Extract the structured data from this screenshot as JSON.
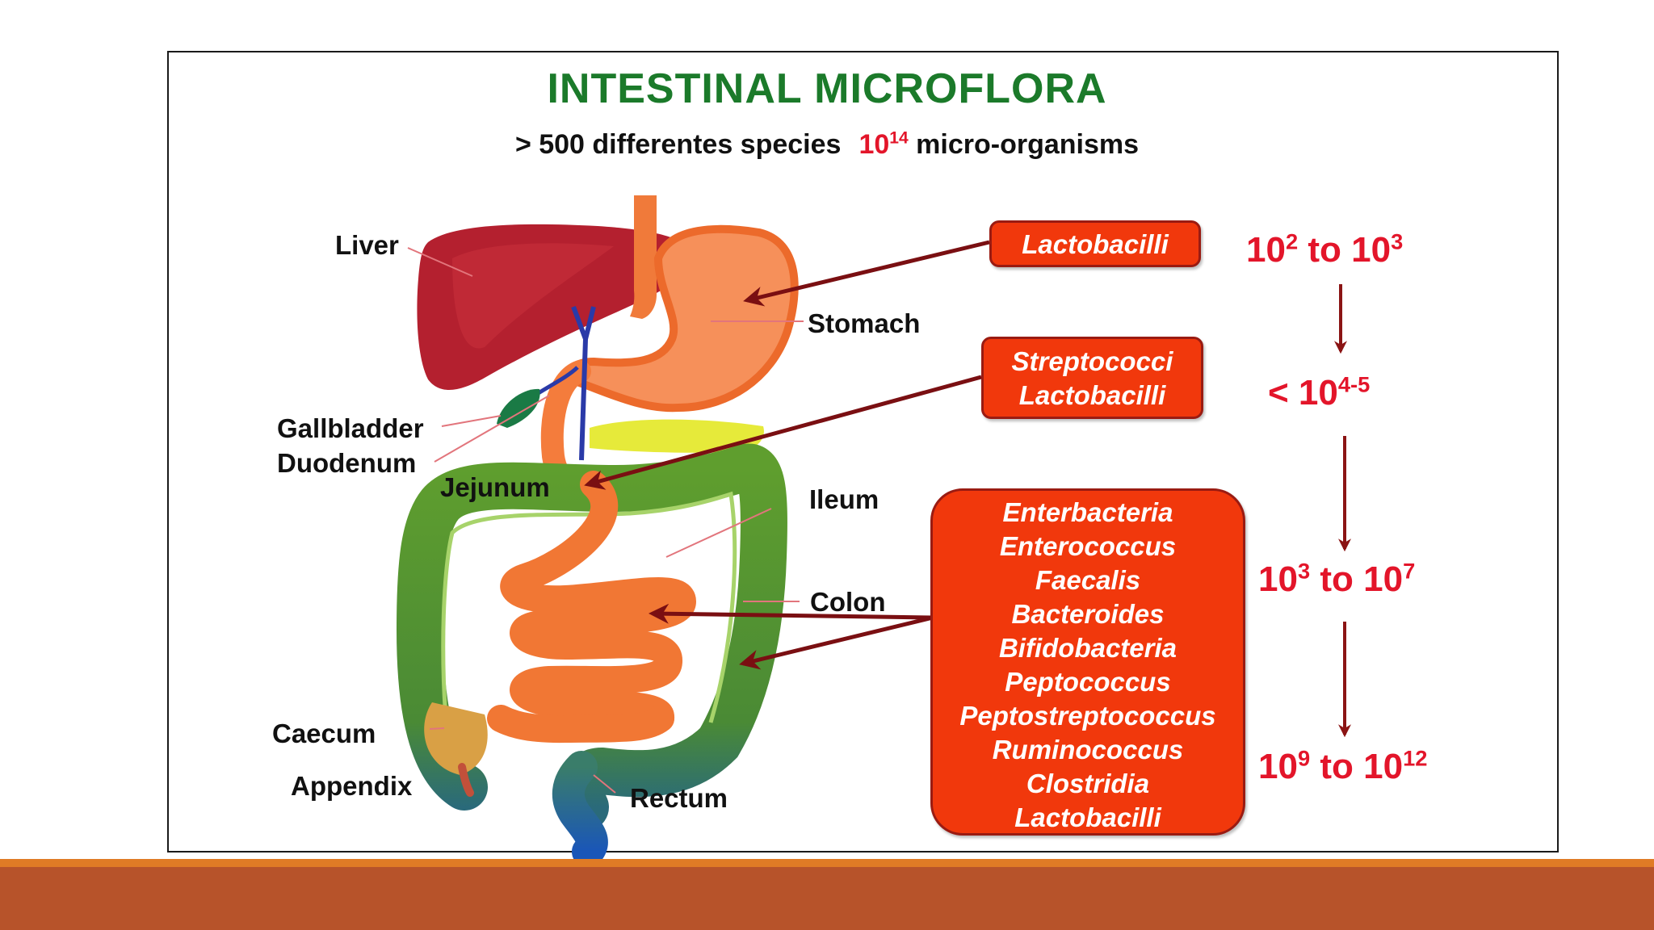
{
  "title": "INTESTINAL MICROFLORA",
  "subtitle": {
    "species": "> 500 differentes species",
    "base": "10",
    "exp": "14",
    "rest": " micro-organisms"
  },
  "organs": [
    "Liver",
    "Stomach",
    "Gallbladder",
    "Duodenum",
    "Jejunum",
    "Ileum",
    "Colon",
    "Caecum",
    "Appendix",
    "Rectum"
  ],
  "boxes": {
    "stomach": [
      "Lactobacilli"
    ],
    "duodenum": [
      "Streptococci",
      "Lactobacilli"
    ],
    "colon": [
      "Enterbacteria",
      "Enterococcus",
      "Faecalis",
      "Bacteroides",
      "Bifidobacteria",
      "Peptococcus",
      "Peptostreptococcus",
      "Ruminococcus",
      "Clostridia",
      "Lactobacilli"
    ]
  },
  "counts": {
    "c1": {
      "a": "10",
      "ae": "2",
      "mid": " to ",
      "b": "10",
      "be": "3"
    },
    "c2": {
      "a": "< 10",
      "ae": "4-5"
    },
    "c3": {
      "a": "10",
      "ae": "3",
      "mid": " to ",
      "b": "10",
      "be": "7"
    },
    "c4": {
      "a": "10",
      "ae": "9",
      "mid": " to ",
      "b": "10",
      "be": "12"
    }
  },
  "colors": {
    "title": "#1b7a2a",
    "accent_red": "#e3152a",
    "box_fill": "#f1380c",
    "arrow": "#7a0f12",
    "footer": "#b7532a",
    "footer_stripe": "#e07b25"
  }
}
